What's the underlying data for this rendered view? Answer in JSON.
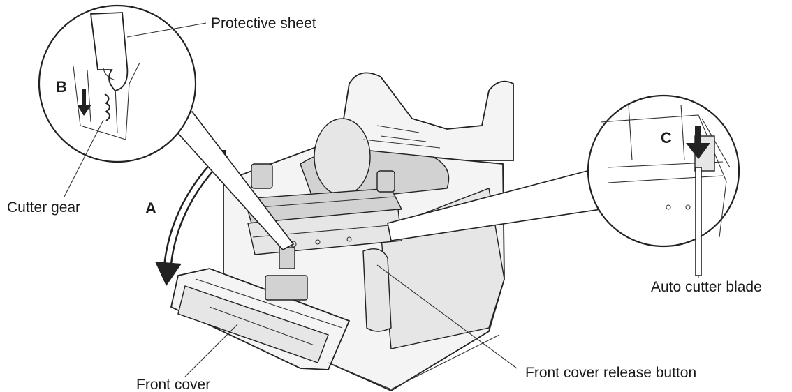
{
  "labels": {
    "protective_sheet": "Protective sheet",
    "cutter_gear": "Cutter gear",
    "auto_cutter_blade": "Auto cutter blade",
    "front_cover": "Front cover",
    "front_cover_release_button": "Front cover release button"
  },
  "step_letters": {
    "a": "A",
    "b": "B",
    "c": "C"
  }
}
